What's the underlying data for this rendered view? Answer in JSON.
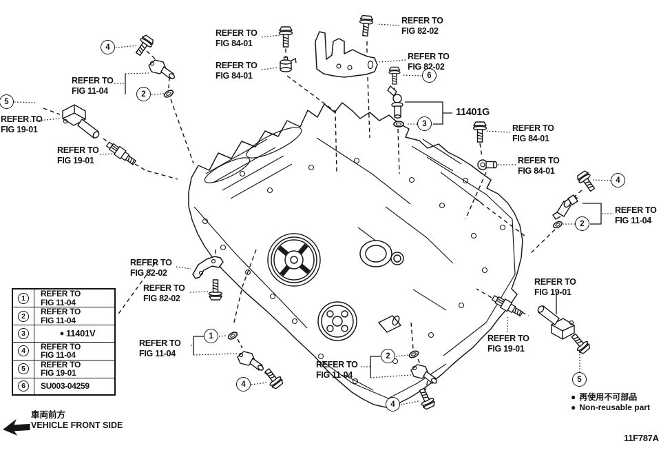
{
  "diagram": {
    "part_callout": "11401G",
    "figure_code": "11F787A"
  },
  "callouts": [
    {
      "line1": "REFER TO",
      "line2": "FIG 11-04"
    },
    {
      "line1": "REFER TO",
      "line2": "FIG 19-01"
    },
    {
      "line1": "REFER TO",
      "line2": "FIG 19-01"
    },
    {
      "line1": "REFER TO",
      "line2": "FIG 84-01"
    },
    {
      "line1": "REFER TO",
      "line2": "FIG 84-01"
    },
    {
      "line1": "REFER TO",
      "line2": "FIG 82-02"
    },
    {
      "line1": "REFER TO",
      "line2": "FIG 82-02"
    },
    {
      "line1": "REFER TO",
      "line2": "FIG 84-01"
    },
    {
      "line1": "REFER TO",
      "line2": "FIG 84-01"
    },
    {
      "line1": "REFER TO",
      "line2": "FIG 11-04"
    },
    {
      "line1": "REFER TO",
      "line2": "FIG 19-01"
    },
    {
      "line1": "REFER TO",
      "line2": "FIG 19-01"
    },
    {
      "line1": "REFER TO",
      "line2": "FIG 82-02"
    },
    {
      "line1": "REFER TO",
      "line2": "FIG 82-02"
    },
    {
      "line1": "REFER TO",
      "line2": "FIG 11-04"
    },
    {
      "line1": "REFER TO",
      "line2": "FIG 11-04"
    }
  ],
  "balloons": [
    "4",
    "2",
    "5",
    "6",
    "3",
    "4",
    "2",
    "1",
    "4",
    "2",
    "4",
    "5"
  ],
  "legend": {
    "rows": [
      {
        "num": "1",
        "line1": "REFER TO",
        "line2": "FIG 11-04"
      },
      {
        "num": "2",
        "line1": "REFER TO",
        "line2": "FIG 11-04"
      },
      {
        "num": "3",
        "bullet": "●",
        "line1": "11401V"
      },
      {
        "num": "4",
        "line1": "REFER TO",
        "line2": "FIG 11-04"
      },
      {
        "num": "5",
        "line1": "REFER TO",
        "line2": "FIG 19-01"
      },
      {
        "num": "6",
        "line1": "SU003-04259"
      }
    ]
  },
  "front_marker": {
    "jp": "車両前方",
    "en": "VEHICLE FRONT SIDE"
  },
  "non_reusable": {
    "bullet": "●",
    "jp": "再使用不可部品",
    "en": "Non-reusable part"
  },
  "colors": {
    "ink": "#141414",
    "bg": "#ffffff"
  }
}
